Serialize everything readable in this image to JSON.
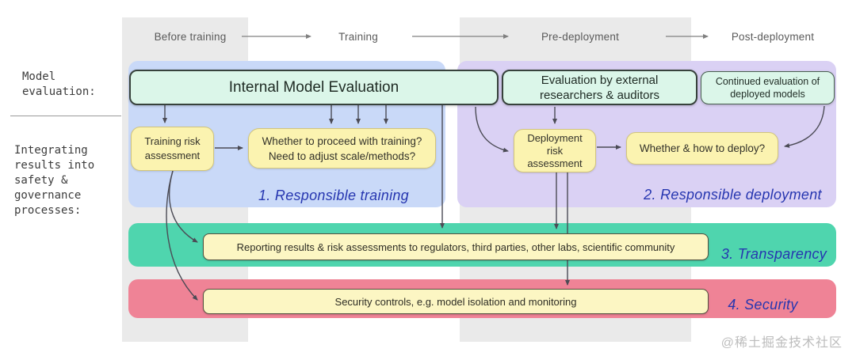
{
  "left_panel": {
    "model_evaluation_label": "Model\nevaluation:",
    "integration_label": "Integrating\nresults into\nsafety &\ngovernance\nprocesses:"
  },
  "timeline": {
    "stages": [
      {
        "label": "Before training"
      },
      {
        "label": "Training"
      },
      {
        "label": "Pre-deployment"
      },
      {
        "label": "Post-deployment"
      }
    ]
  },
  "eval_boxes": {
    "internal": {
      "label": "Internal Model Evaluation"
    },
    "external": {
      "label": "Evaluation by external\nresearchers & auditors"
    },
    "continued": {
      "label": "Continued evaluation of\ndeployed models"
    }
  },
  "process_boxes": {
    "training_risk": {
      "label": "Training risk\nassessment"
    },
    "proceed": {
      "label": "Whether to proceed with training?\nNeed to adjust scale/methods?"
    },
    "deployment_risk": {
      "label": "Deployment\nrisk\nassessment"
    },
    "deploy": {
      "label": "Whether & how to deploy?"
    },
    "reporting": {
      "label": "Reporting results & risk assessments to regulators, third parties, other labs, scientific community"
    },
    "security": {
      "label": "Security controls, e.g. model isolation and monitoring"
    }
  },
  "sections": [
    {
      "label": "1. Responsible training"
    },
    {
      "label": "2. Responsible deployment"
    },
    {
      "label": "3. Transparency"
    },
    {
      "label": "4. Security"
    }
  ],
  "watermark": {
    "text": "@稀土掘金技术社区"
  },
  "colors": {
    "region_training_bg": "#c9d9f8",
    "region_deployment_bg": "#dad1f4",
    "band_transparency_bg": "#4fd5ae",
    "band_security_bg": "#ef8396",
    "eval_box_bg": "#dbf6e9",
    "eval_box_border": "#37423c",
    "process_box_bg": "#fbf3b0",
    "wide_box_bg": "#fcf6c3",
    "section_label_color": "#2636b0",
    "column_stripe_bg": "#eaeaea",
    "arrow_color": "#4b4b55"
  }
}
